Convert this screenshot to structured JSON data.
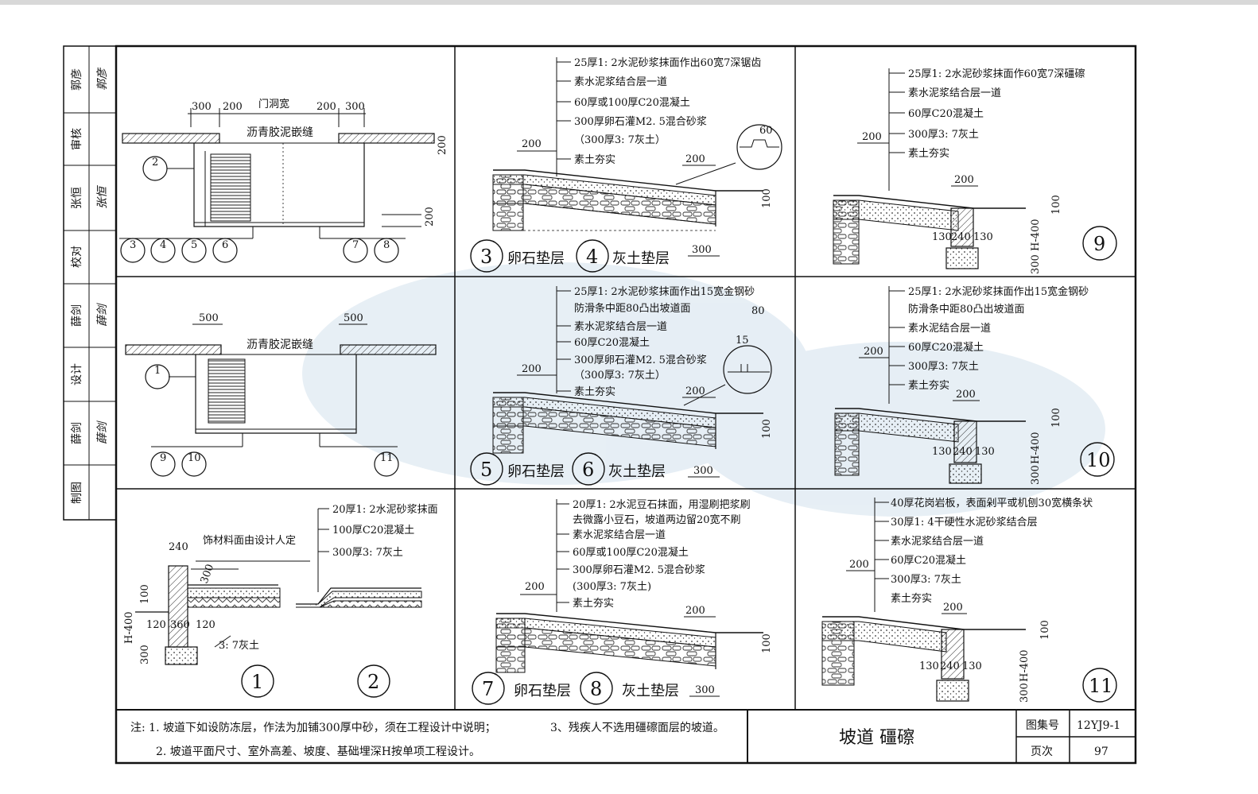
{
  "side_block": {
    "rows": [
      {
        "role": "郭彦",
        "sign": "郭彦"
      },
      {
        "role": "审核",
        "sign": ""
      },
      {
        "role": "张恒",
        "sign": "张恒"
      },
      {
        "role": "校对",
        "sign": ""
      },
      {
        "role": "薛剑",
        "sign": "薛剑"
      },
      {
        "role": "设计",
        "sign": ""
      },
      {
        "role": "薛剑",
        "sign": "薛剑"
      },
      {
        "role": "制图",
        "sign": ""
      }
    ]
  },
  "panel_plan1": {
    "dims": [
      "300",
      "200",
      "门洞宽",
      "200",
      "300",
      "200",
      "200"
    ],
    "joint_label": "沥青胶泥嵌缝",
    "marks": [
      "2",
      "3",
      "4",
      "5",
      "6",
      "7",
      "8"
    ]
  },
  "panel_plan2": {
    "dims": [
      "500",
      "500"
    ],
    "joint_label": "沥青胶泥嵌缝",
    "marks": [
      "1",
      "9",
      "10",
      "11"
    ]
  },
  "panel_detail12": {
    "layers": [
      "20厚1: 2水泥砂浆抹面",
      "100厚C20混凝土",
      "300厚3: 7灰土"
    ],
    "note": "饰材料面由设计人定",
    "dims": [
      "240",
      "300",
      "100",
      "H-400",
      "120",
      "360",
      "120",
      "300"
    ],
    "fill_label": "3: 7灰土",
    "marks": [
      "1",
      "2"
    ]
  },
  "panel_34": {
    "layers": [
      "25厚1: 2水泥砂浆抹面作出60宽7深锯齿",
      "素水泥浆结合层一道",
      "60厚或100厚C20混凝土",
      "300厚卵石灌M2. 5混合砂浆",
      "（300厚3: 7灰土）",
      "素土夯实"
    ],
    "dims": [
      "200",
      "200",
      "60",
      "100",
      "300"
    ],
    "caption_a_num": "3",
    "caption_a": "卵石垫层",
    "caption_b_num": "4",
    "caption_b": "灰土垫层"
  },
  "panel_56": {
    "layers": [
      "25厚1: 2水泥砂浆抹面作出15宽金钢砂",
      "防滑条中距80凸出坡道面",
      "素水泥浆结合层一道",
      "60厚C20混凝土",
      "300厚卵石灌M2. 5混合砂浆",
      "（300厚3: 7灰土）",
      "素土夯实"
    ],
    "dims": [
      "200",
      "200",
      "80",
      "15",
      "100",
      "300"
    ],
    "caption_a_num": "5",
    "caption_a": "卵石垫层",
    "caption_b_num": "6",
    "caption_b": "灰土垫层"
  },
  "panel_78": {
    "layers": [
      "20厚1: 2水泥豆石抹面，用湿刷把浆刷",
      "去微露小豆石，坡道两边留20宽不刷",
      "素水泥浆结合层一道",
      "60厚或100厚C20混凝土",
      "300厚卵石灌M2. 5混合砂浆",
      "(300厚3: 7灰土)",
      "素土夯实"
    ],
    "dims": [
      "200",
      "200",
      "100",
      "300"
    ],
    "caption_a_num": "7",
    "caption_a": "卵石垫层",
    "caption_b_num": "8",
    "caption_b": "灰土垫层"
  },
  "panel_9": {
    "layers": [
      "25厚1: 2水泥砂浆抹面作60宽7深礓䃰",
      "素水泥浆结合层一道",
      "60厚C20混凝土",
      "300厚3: 7灰土",
      "素土夯实"
    ],
    "dims": [
      "200",
      "200",
      "100",
      "130",
      "240",
      "130",
      "H-400",
      "300"
    ],
    "mark": "9"
  },
  "panel_10": {
    "layers": [
      "25厚1: 2水泥砂浆抹面作出15宽金钢砂",
      "防滑条中距80凸出坡道面",
      "素水泥结合层一道",
      "60厚C20混凝土",
      "300厚3: 7灰土",
      "素土夯实"
    ],
    "dims": [
      "200",
      "200",
      "100",
      "130",
      "240",
      "130",
      "H-400",
      "300"
    ],
    "mark": "10"
  },
  "panel_11": {
    "layers": [
      "40厚花岗岩板，表面剁平或机刨30宽横条状",
      "30厚1: 4干硬性水泥砂浆结合层",
      "素水泥浆结合层一道",
      "60厚C20混凝土",
      "300厚3: 7灰土",
      "素土夯实"
    ],
    "dims": [
      "200",
      "200",
      "100",
      "130",
      "240",
      "130",
      "H-400",
      "300"
    ],
    "mark": "11"
  },
  "notes": {
    "line1": "注: 1. 坡道下如设防冻层，作法为加铺300厚中砂，须在工程设计中说明；",
    "line1b": "3、残疾人不选用礓䃰面层的坡道。",
    "line2": "2. 坡道平面尺寸、室外高差、坡度、基础埋深H按单项工程设计。"
  },
  "title_block": {
    "title": "坡道  礓䃰",
    "atlas_label": "图集号",
    "atlas_value": "12YJ9-1",
    "page_label": "页次",
    "page_value": "97"
  }
}
